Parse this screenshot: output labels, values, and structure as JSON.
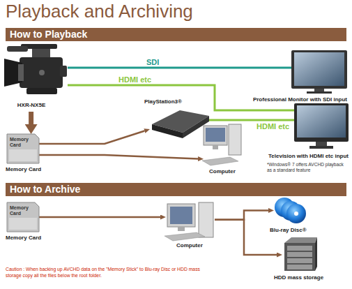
{
  "diagram": {
    "title": "Playback and Archiving",
    "nodes": [
      {
        "text": [
          "How to Playback"
        ]
      },
      {
        "text": [
          "HXR-NX5E"
        ]
      },
      {
        "text": [
          "Professional Monitor with SDI input"
        ]
      },
      {
        "text": [
          "PlayStation3®"
        ]
      },
      {
        "text": [
          "Television with HDMI etc input"
        ]
      },
      {
        "text": [
          "Memory Card",
          "Memory Card"
        ]
      },
      {
        "text": [
          "Computer"
        ]
      },
      {
        "text": [
          "How to Archive"
        ]
      },
      {
        "text": [
          "Memory Card",
          "Memory Card"
        ]
      },
      {
        "text": [
          "Computer"
        ]
      },
      {
        "text": [
          "Blu-ray Disc®"
        ]
      },
      {
        "text": [
          "HDD mass storage"
        ]
      }
    ],
    "edges": [
      {
        "from": 1,
        "to": 2,
        "arrow": "none",
        "label": "SDI"
      },
      {
        "from": 1,
        "to": 4,
        "arrow": "none",
        "label": "HDMI etc"
      },
      {
        "from": 3,
        "to": 4,
        "arrow": "none",
        "label": "HDMI etc"
      },
      {
        "from": 1,
        "to": 5,
        "arrow": "to"
      },
      {
        "from": 5,
        "to": 3,
        "arrow": "to"
      },
      {
        "from": 5,
        "to": 6,
        "arrow": "to"
      },
      {
        "from": 8,
        "to": 9,
        "arrow": "to"
      },
      {
        "from": 9,
        "to": 10,
        "arrow": "to"
      },
      {
        "from": 9,
        "to": 11,
        "arrow": "to"
      }
    ],
    "labels": [
      "*Windows® 7 offers AVCHD playback as a standard feature",
      "Caution : When backing up AVCHD data on the \"Memory Stick\" to Blu-ray Disc or HDD mass storage copy all the files below the root folder."
    ]
  }
}
